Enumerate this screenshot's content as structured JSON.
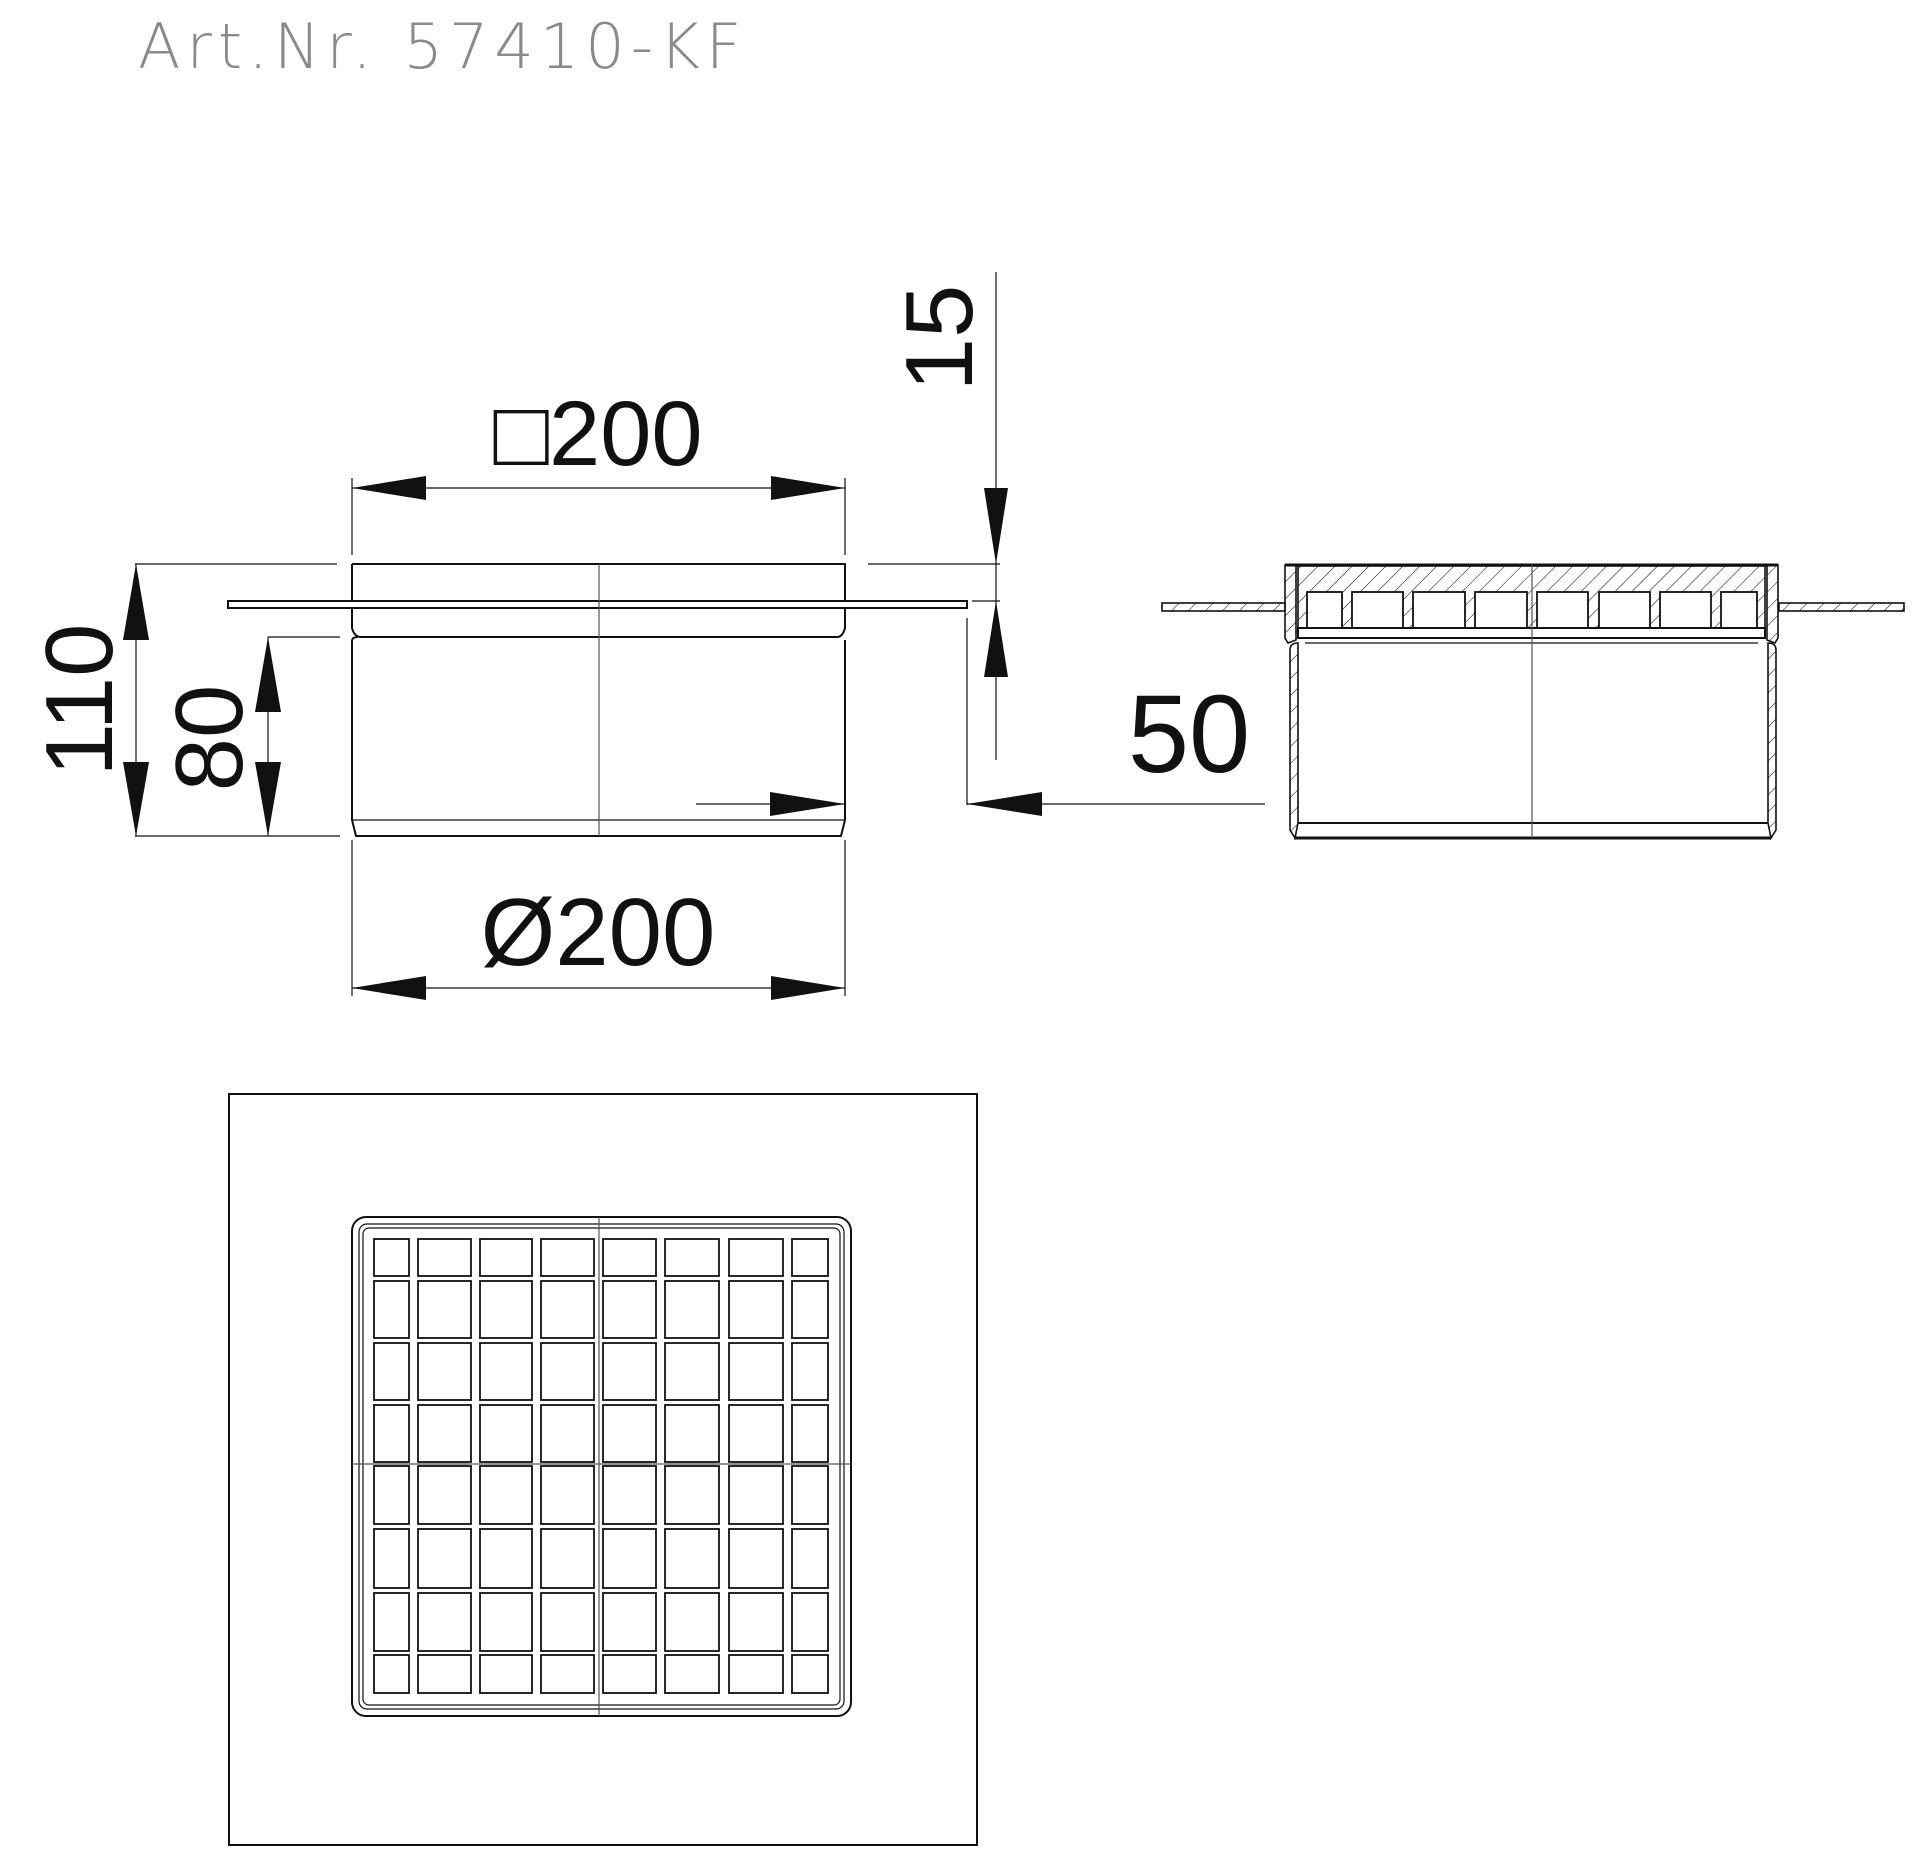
{
  "title": "Art.Nr. 57410-KF",
  "dimensions": {
    "top_square": "□200",
    "bottom_diameter": "Ø200",
    "overall_height": "110",
    "body_height": "80",
    "flange_offset": "15",
    "inset": "50"
  },
  "views": {
    "elevation": "side-elevation",
    "section": "cross-section",
    "plan": "plan-view"
  },
  "colors": {
    "line": "#111111",
    "title": "#8a8a8a",
    "background": "#ffffff"
  },
  "plan": {
    "grid_columns": 8,
    "grid_rows": 8
  }
}
